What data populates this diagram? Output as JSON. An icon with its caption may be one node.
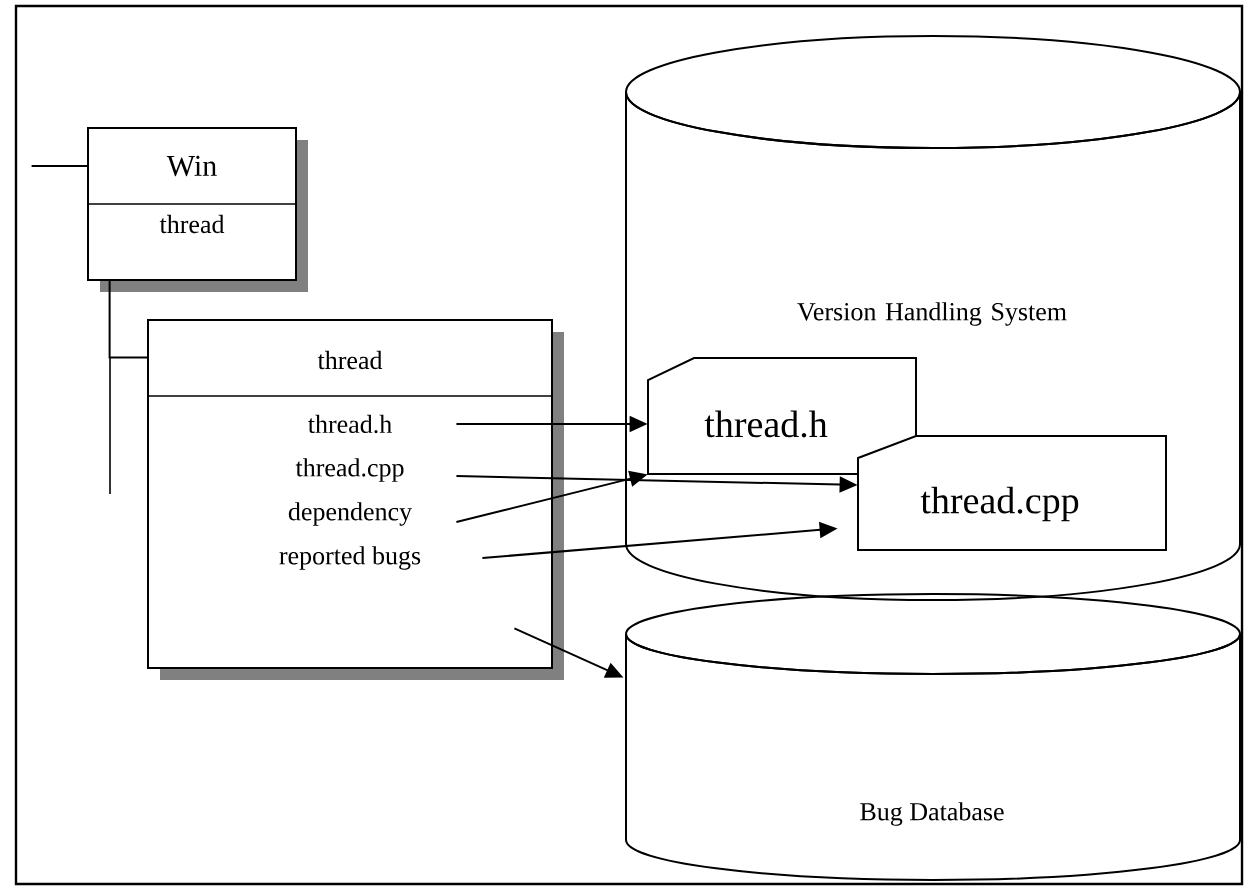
{
  "diagram": {
    "nodes": [
      {
        "text": [
          "Win",
          "thread"
        ]
      },
      {
        "text": [
          "thread"
        ]
      },
      {
        "text": [
          "thread.h"
        ],
        "in": 1
      },
      {
        "text": [
          "thread.cpp"
        ],
        "in": 1
      },
      {
        "text": [
          "dependency"
        ],
        "in": 1
      },
      {
        "text": [
          "reported bugs"
        ],
        "in": 1
      },
      {
        "text": [
          "Version Handling System"
        ]
      },
      {
        "text": [
          "thread.h"
        ],
        "in": 6
      },
      {
        "text": [
          "thread.cpp"
        ],
        "in": 6
      },
      {
        "text": [
          "Bug Database"
        ]
      }
    ],
    "edges": [
      {
        "from": null,
        "to": 0,
        "arrow": "none"
      },
      {
        "from": 0,
        "to": 1,
        "arrow": "none"
      },
      {
        "from": 2,
        "to": 7,
        "arrow": "to"
      },
      {
        "from": 3,
        "to": 8,
        "arrow": "to"
      },
      {
        "from": 4,
        "to": 7,
        "arrow": "to"
      },
      {
        "from": 5,
        "to": 8,
        "arrow": "to"
      },
      {
        "from": 1,
        "to": 9,
        "arrow": "to"
      }
    ]
  }
}
